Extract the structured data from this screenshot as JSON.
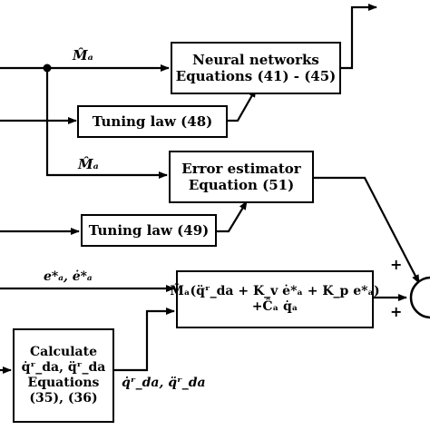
{
  "blocks": {
    "neural": {
      "line1": "Neural networks",
      "line2": "Equations (41) - (45)"
    },
    "tuning48": {
      "line1": "Tuning law (48)"
    },
    "error": {
      "line1": "Error estimator",
      "line2": "Equation (51)"
    },
    "tuning49": {
      "line1": "Tuning law (49)"
    },
    "control": {
      "line1": "M̂ₐ(q̈ʳ_da + K_v ė*ₐ + K_p e*ₐ)",
      "line2": "+Ĉₐ q̇ₐ"
    },
    "calc": {
      "line1": "Calculate",
      "line2": "q̇ʳ_da, q̈ʳ_da",
      "line3": "Equations",
      "line4": "(35), (36)"
    }
  },
  "labels": {
    "m_hat_top": "M̂ₐ",
    "m_hat_mid": "M̂ₐ",
    "errors": "e*ₐ, ė*ₐ",
    "ref_vel_acc": "q̇ʳ_da, q̈ʳ_da"
  },
  "signs": {
    "plus_upper": "+",
    "plus_lower": "+"
  }
}
